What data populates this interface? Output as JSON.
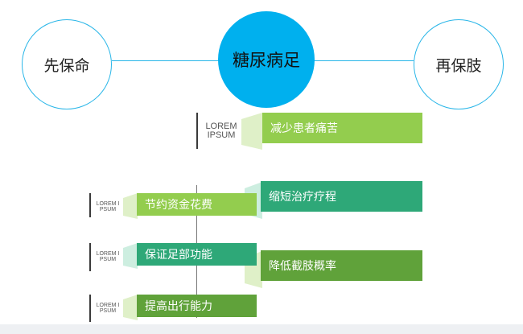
{
  "colors": {
    "circle_outline": "#29b6e8",
    "center_fill": "#00b0ee",
    "light_green": "#93cd4e",
    "teal": "#2ea878",
    "dark_green": "#60a23a",
    "pale_green": "#dff0c8",
    "pale_teal": "#cdeee0"
  },
  "circles": {
    "left": "先保命",
    "center": "糖尿病足",
    "right": "再保肢"
  },
  "right_items": [
    {
      "label": "减少患者痛苦"
    },
    {
      "label": "缩短治疗疗程"
    },
    {
      "label": "降低截肢概率"
    }
  ],
  "left_items": [
    {
      "label": "节约资金花费"
    },
    {
      "label": "保证足部功能"
    },
    {
      "label": "提高出行能力"
    }
  ],
  "lorem": {
    "big": "LOREM\nIPSUM",
    "small": "LOREM I\nPSUM"
  }
}
